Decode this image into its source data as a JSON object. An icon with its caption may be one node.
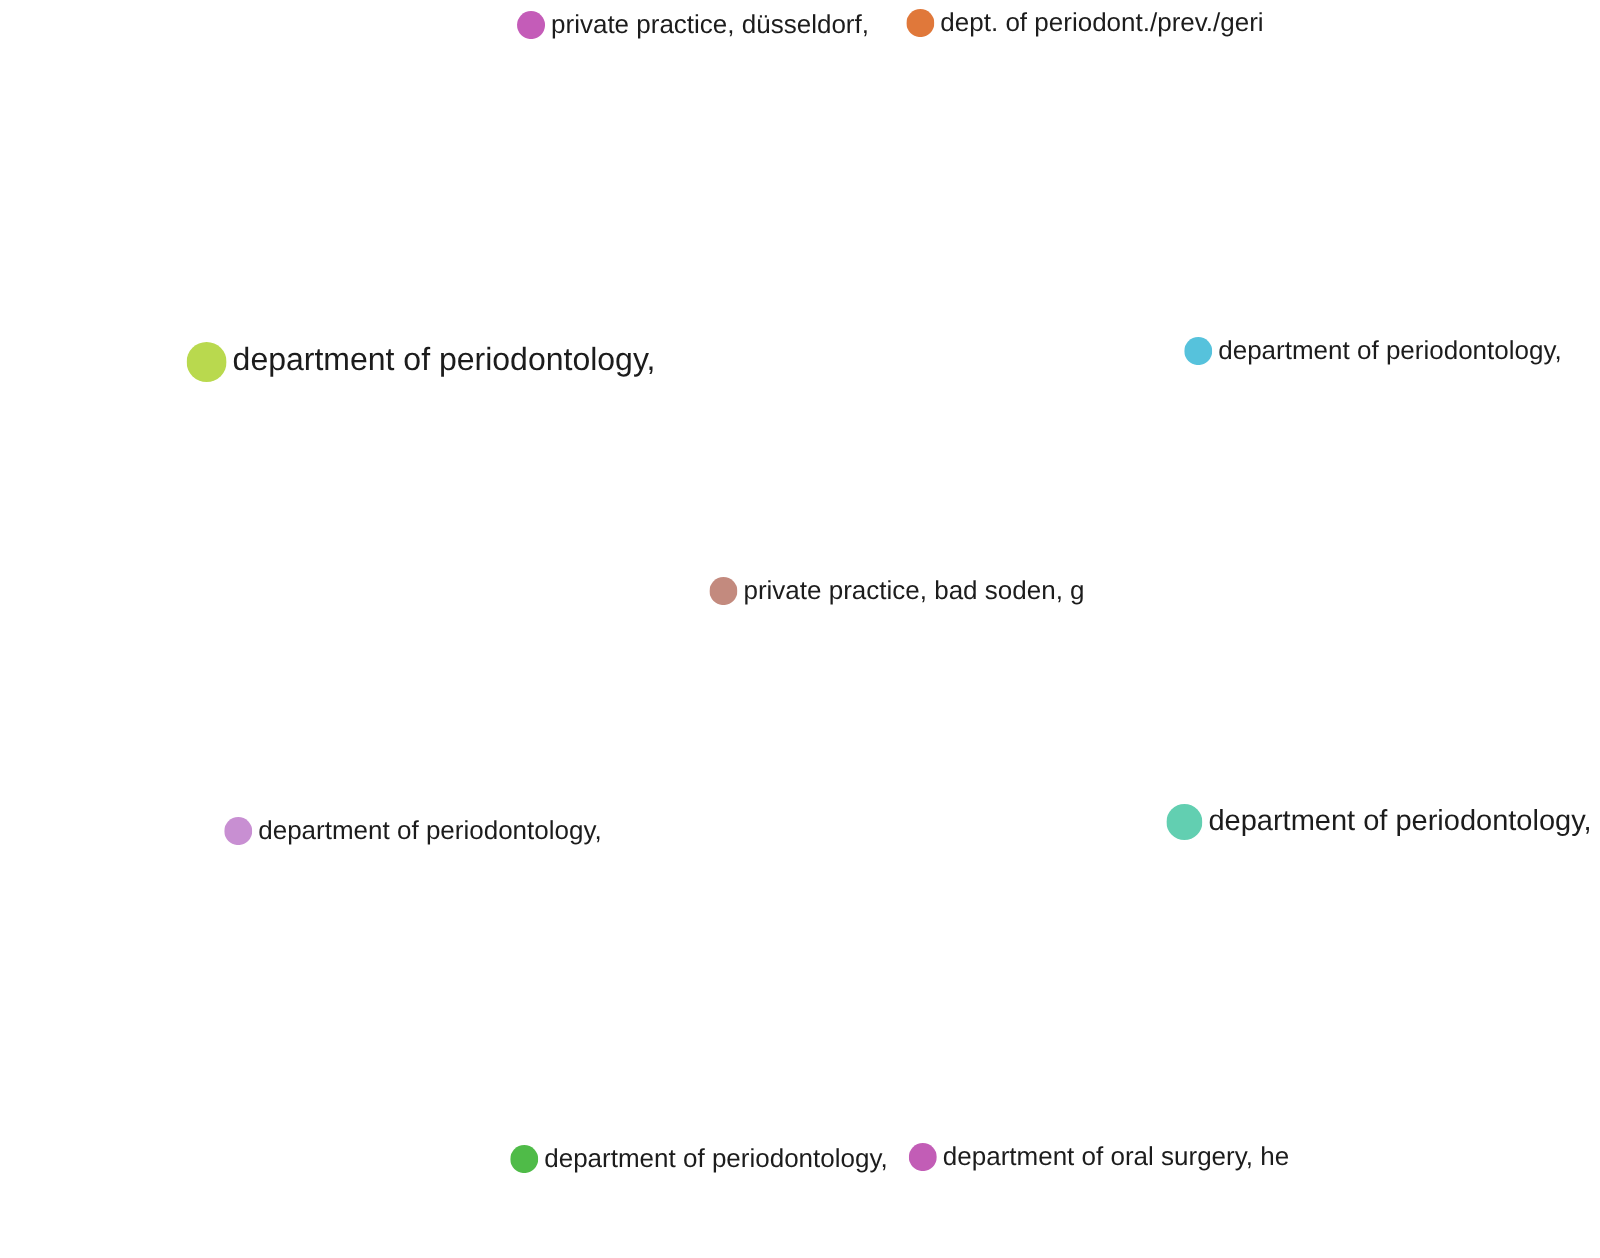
{
  "diagram": {
    "nodes": [
      {
        "text": [
          "private practice, düsseldorf,"
        ]
      },
      {
        "text": [
          "dept. of periodont./prev./geri"
        ]
      },
      {
        "text": [
          "department of periodontology,"
        ]
      },
      {
        "text": [
          "department of periodontology,"
        ]
      },
      {
        "text": [
          "private practice, bad soden, g"
        ]
      },
      {
        "text": [
          "department of periodontology,"
        ]
      },
      {
        "text": [
          "department of periodontology,"
        ]
      },
      {
        "text": [
          "department of periodontology,"
        ]
      },
      {
        "text": [
          "department of oral surgery, he"
        ]
      }
    ]
  }
}
